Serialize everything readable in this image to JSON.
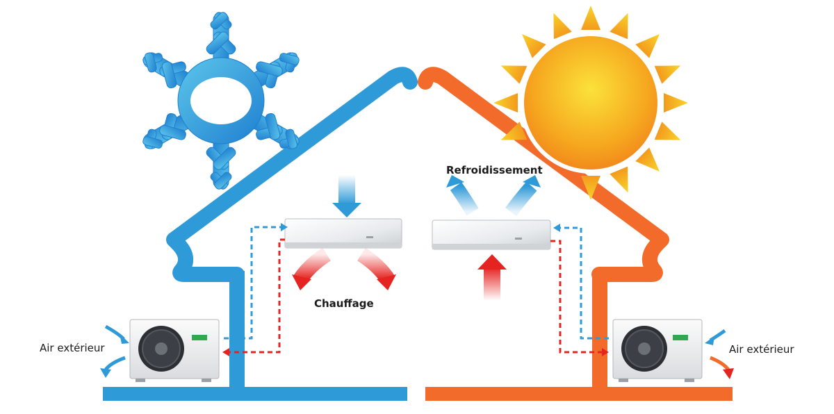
{
  "labels": {
    "heating": "Chauffage",
    "cooling": "Refroidissement",
    "outdoor_air_left": "Air extérieur",
    "outdoor_air_right": "Air extérieur"
  },
  "icons": {
    "winter": "snowflake-icon",
    "summer": "sun-icon"
  },
  "colors": {
    "cold_blue": "#2f9ad8",
    "warm_orange": "#f26b2a",
    "hot_red": "#e52421",
    "sun_yellow": "#f6c21a"
  }
}
